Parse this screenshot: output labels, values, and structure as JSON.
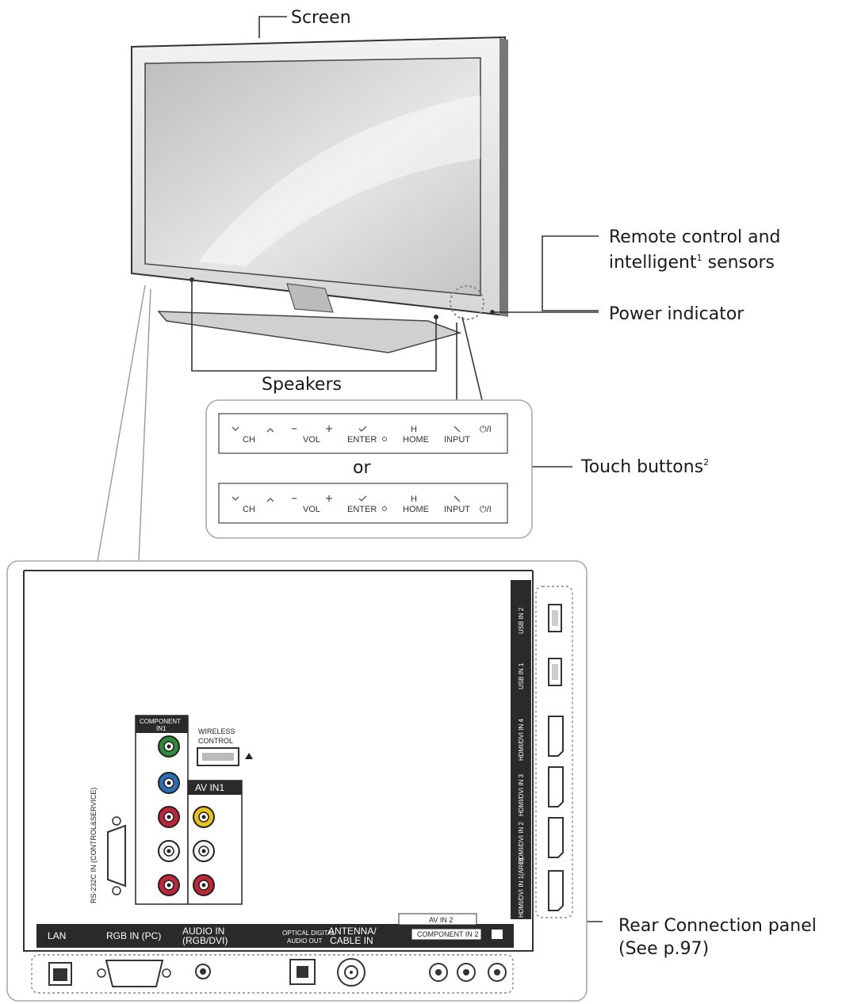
{
  "labels": {
    "screen": "Screen",
    "remote_line1": "Remote control and",
    "remote_line2": "intelligent",
    "remote_sup": "1",
    "remote_line2b": " sensors",
    "power_indicator": "Power indicator",
    "speakers": "Speakers",
    "touch_buttons": "Touch buttons",
    "touch_sup": "2",
    "or": "or",
    "rear_panel_line1": "Rear Connection panel",
    "rear_panel_line2": "(See p.97)"
  },
  "touch_buttons": {
    "row1": [
      "CH",
      "VOL",
      "ENTER",
      "HOME",
      "INPUT",
      "⏻/I"
    ],
    "row2": [
      "CH",
      "VOL",
      "ENTER",
      "HOME",
      "INPUT",
      "⏻/I"
    ],
    "home_glyph": "H"
  },
  "bottom_ports": {
    "lan": "LAN",
    "rgb": "RGB IN (PC)",
    "audio_in_1": "AUDIO IN",
    "audio_in_2": "(RGB/DVI)",
    "optical_1": "OPTICAL DIGITAL",
    "optical_2": "AUDIO OUT",
    "antenna_1": "ANTENNA/",
    "antenna_2": "CABLE IN",
    "av_in2": "AV IN 2",
    "component_in2": "COMPONENT IN 2"
  },
  "side_ports": {
    "component_in1_1": "COMPONENT",
    "component_in1_2": "IN1",
    "wireless_1": "WIRELESS",
    "wireless_2": "CONTROL",
    "av_in1": "AV IN1",
    "rs232": "RS-232C IN (CONTROL&SERVICE)",
    "usb2": "USB IN 2",
    "usb1": "USB IN 1",
    "hdmi4": "HDMI/DVI IN 4",
    "hdmi3": "HDMI/DVI IN 3",
    "hdmi2": "HDMI/DVI IN 2",
    "hdmi1": "HDMI/DVI IN 1(ARC)"
  },
  "colors": {
    "green": "#2e8b3a",
    "blue": "#2a6fb8",
    "red": "#c2243a",
    "yellow": "#e8c21a",
    "white": "#f4f4f4",
    "panel": "#2a2a2a"
  }
}
